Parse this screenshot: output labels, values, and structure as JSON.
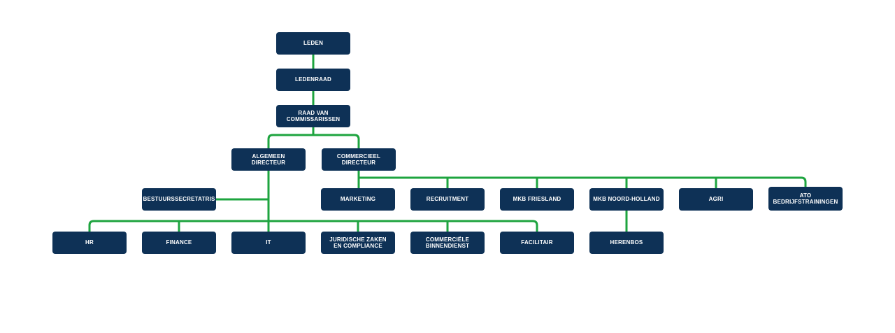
{
  "colors": {
    "page_background": "#ffffff",
    "node_fill": "#0e3156",
    "node_text": "#ffffff",
    "connector_green": "#1ea43f"
  },
  "chart_data": {
    "type": "org-chart",
    "nodes": [
      {
        "id": "leden",
        "label": "LEDEN",
        "parent": null
      },
      {
        "id": "ledenraad",
        "label": "LEDENRAAD",
        "parent": "leden"
      },
      {
        "id": "raad",
        "label": "RAAD VAN\nCOMMISSARISSEN",
        "parent": "ledenraad"
      },
      {
        "id": "algemeen-directeur",
        "label": "ALGEMEEN\nDIRECTEUR",
        "parent": "raad"
      },
      {
        "id": "commercieel-directeur",
        "label": "COMMERCIEEL\nDIRECTEUR",
        "parent": "raad"
      },
      {
        "id": "bestuurssecretatris",
        "label": "BESTUURSSECRETATRIS",
        "parent": "algemeen-directeur"
      },
      {
        "id": "marketing",
        "label": "MARKETING",
        "parent": "commercieel-directeur"
      },
      {
        "id": "recruitment",
        "label": "RECRUITMENT",
        "parent": "commercieel-directeur"
      },
      {
        "id": "mkb-friesland",
        "label": "MKB FRIESLAND",
        "parent": "commercieel-directeur"
      },
      {
        "id": "mkb-noord-holland",
        "label": "MKB NOORD-HOLLAND",
        "parent": "commercieel-directeur"
      },
      {
        "id": "agri",
        "label": "AGRI",
        "parent": "commercieel-directeur"
      },
      {
        "id": "ato-bedrijfstrainingen",
        "label": "ATO\nBEDRIJFSTRAININGEN",
        "parent": "commercieel-directeur"
      },
      {
        "id": "hr",
        "label": "HR",
        "parent": "algemeen-directeur"
      },
      {
        "id": "finance",
        "label": "FINANCE",
        "parent": "algemeen-directeur"
      },
      {
        "id": "it",
        "label": "IT",
        "parent": "algemeen-directeur"
      },
      {
        "id": "juridische-zaken",
        "label": "JURIDISCHE ZAKEN\nEN COMPLIANCE",
        "parent": "algemeen-directeur"
      },
      {
        "id": "commerciele-binnendienst",
        "label": "COMMERCIËLE\nBINNENDIENST",
        "parent": "algemeen-directeur"
      },
      {
        "id": "facilitair",
        "label": "FACILITAIR",
        "parent": "algemeen-directeur"
      },
      {
        "id": "herenbos",
        "label": "HERENBOS",
        "parent": "mkb-noord-holland"
      }
    ]
  }
}
